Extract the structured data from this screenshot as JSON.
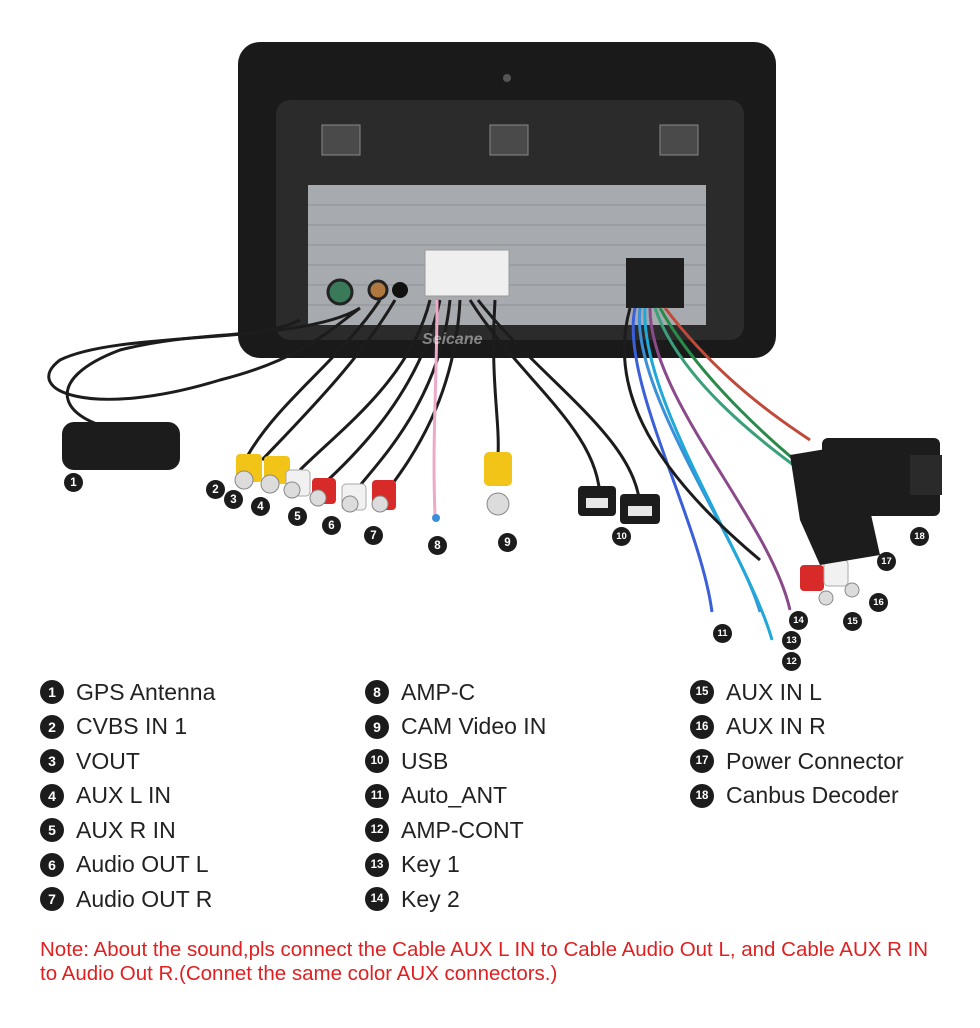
{
  "diagram_markers": [
    "1",
    "2",
    "3",
    "4",
    "5",
    "6",
    "7",
    "8",
    "9",
    "10",
    "11",
    "12",
    "13",
    "14",
    "15",
    "16",
    "17",
    "18"
  ],
  "watermark": "Seicane",
  "legend": {
    "col1": [
      {
        "num": "1",
        "label": "GPS Antenna"
      },
      {
        "num": "2",
        "label": "CVBS IN 1"
      },
      {
        "num": "3",
        "label": "VOUT"
      },
      {
        "num": "4",
        "label": "AUX L IN"
      },
      {
        "num": "5",
        "label": "AUX R IN"
      },
      {
        "num": "6",
        "label": "Audio OUT L"
      },
      {
        "num": "7",
        "label": "Audio OUT R"
      }
    ],
    "col2": [
      {
        "num": "8",
        "label": "AMP-C"
      },
      {
        "num": "9",
        "label": "CAM Video IN"
      },
      {
        "num": "10",
        "label": "USB"
      },
      {
        "num": "11",
        "label": "Auto_ANT"
      },
      {
        "num": "12",
        "label": "AMP-CONT"
      },
      {
        "num": "13",
        "label": "Key 1"
      },
      {
        "num": "14",
        "label": "Key 2"
      }
    ],
    "col3": [
      {
        "num": "15",
        "label": "AUX IN L"
      },
      {
        "num": "16",
        "label": "AUX IN R"
      },
      {
        "num": "17",
        "label": "Power Connector"
      },
      {
        "num": "18",
        "label": "Canbus Decoder"
      }
    ]
  },
  "note": "Note: About the sound,pls connect the Cable AUX L IN to Cable Audio Out L, and Cable AUX R IN to  Audio Out R.(Connet the same color AUX connectors.)",
  "colors": {
    "note": "#e02020",
    "marker": "#1c1c1c",
    "rca_yellow": "#f2c418",
    "rca_red": "#d92a2a",
    "rca_white": "#f1f1f1"
  }
}
